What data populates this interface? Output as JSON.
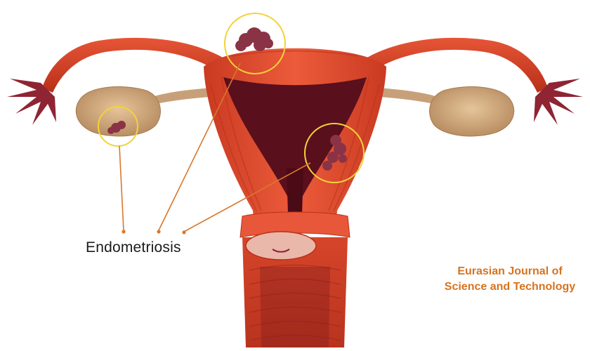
{
  "diagram": {
    "label": "Endometriosis",
    "callout_count": 3
  },
  "watermark": {
    "line1": "Eurasian Journal of",
    "line2": "Science and Technology"
  },
  "colors": {
    "muscle": "#d8452a",
    "muscle_dark": "#b52f1a",
    "cavity": "#5a0f1c",
    "lesion": "#8a3346",
    "ovary": "#c9a178",
    "callout": "#f2d23a",
    "pointer": "#d9772d",
    "watermark": "#d7731e"
  }
}
